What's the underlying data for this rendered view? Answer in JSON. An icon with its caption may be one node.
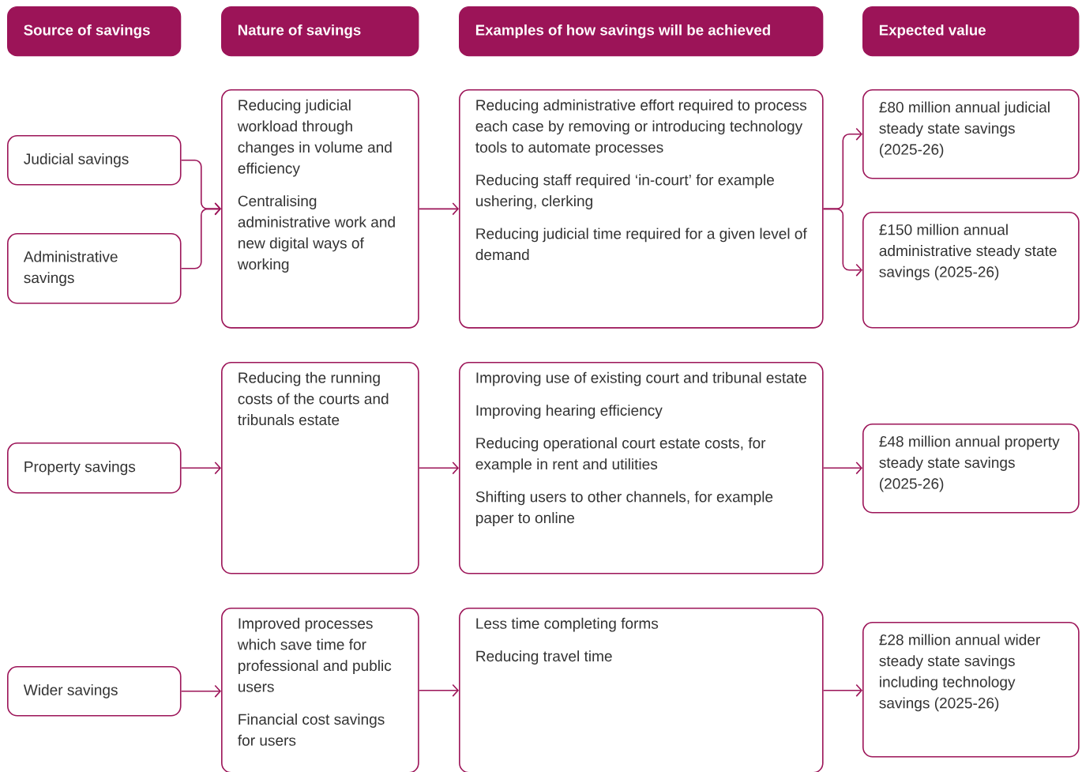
{
  "diagram": {
    "nodes": [
      {
        "text": [
          "Source of savings"
        ]
      },
      {
        "text": [
          "Nature of savings"
        ]
      },
      {
        "text": [
          "Examples of how savings will be achieved"
        ]
      },
      {
        "text": [
          "Expected value"
        ]
      },
      {
        "text": [
          "Judicial savings"
        ]
      },
      {
        "text": [
          "Administrative savings"
        ]
      },
      {
        "text": [
          "Reducing judicial workload through changes in volume and efficiency",
          "Centralising administrative work and new digital ways of working"
        ]
      },
      {
        "text": [
          "Reducing administrative effort required to process each case by removing or introducing technology tools to automate processes",
          "Reducing staff required ‘in-court’ for example ushering, clerking",
          "Reducing judicial time required for a given level of demand"
        ]
      },
      {
        "text": [
          "£80 million annual judicial steady state savings (2025-26)"
        ]
      },
      {
        "text": [
          "£150 million annual administrative steady state savings (2025-26)"
        ]
      },
      {
        "text": [
          "Property savings"
        ]
      },
      {
        "text": [
          "Reducing the running costs of the courts and tribunals estate"
        ]
      },
      {
        "text": [
          "Improving use of existing court and tribunal estate",
          "Improving hearing efficiency",
          "Reducing operational court estate costs, for example in rent and utilities",
          "Shifting users to other channels, for example paper to online"
        ]
      },
      {
        "text": [
          "£48 million annual property steady state savings (2025-26)"
        ]
      },
      {
        "text": [
          "Wider savings"
        ]
      },
      {
        "text": [
          "Improved processes which save time for professional and public users",
          "Financial cost savings for users"
        ]
      },
      {
        "text": [
          "Less time completing forms",
          "Reducing travel time"
        ]
      },
      {
        "text": [
          "£28 million annual wider steady state savings including technology savings (2025-26)"
        ]
      }
    ],
    "edges": [
      {
        "from": 4,
        "to": 6,
        "arrow": "to"
      },
      {
        "from": 5,
        "to": 6,
        "arrow": "to"
      },
      {
        "from": 6,
        "to": 7,
        "arrow": "to"
      },
      {
        "from": 7,
        "to": 8,
        "arrow": "to"
      },
      {
        "from": 7,
        "to": 9,
        "arrow": "to"
      },
      {
        "from": 10,
        "to": 11,
        "arrow": "to"
      },
      {
        "from": 11,
        "to": 12,
        "arrow": "to"
      },
      {
        "from": 12,
        "to": 13,
        "arrow": "to"
      },
      {
        "from": 14,
        "to": 15,
        "arrow": "to"
      },
      {
        "from": 15,
        "to": 16,
        "arrow": "to"
      },
      {
        "from": 16,
        "to": 17,
        "arrow": "to"
      }
    ]
  }
}
